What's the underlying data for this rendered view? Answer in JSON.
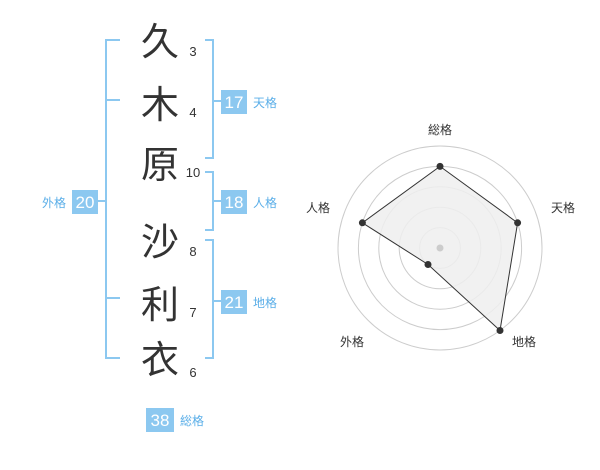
{
  "name": {
    "characters": [
      {
        "char": "久",
        "strokes": "3"
      },
      {
        "char": "木",
        "strokes": "4"
      },
      {
        "char": "原",
        "strokes": "10"
      },
      {
        "char": "沙",
        "strokes": "8"
      },
      {
        "char": "利",
        "strokes": "7"
      },
      {
        "char": "衣",
        "strokes": "6"
      }
    ]
  },
  "kakusu": {
    "tenkaku": {
      "value": "17",
      "label": "天格"
    },
    "jinkaku": {
      "value": "18",
      "label": "人格"
    },
    "chikaku": {
      "value": "21",
      "label": "地格"
    },
    "gaikaku": {
      "value": "20",
      "label": "外格"
    },
    "soukaku": {
      "value": "38",
      "label": "総格"
    }
  },
  "colors": {
    "bracket": "#8cc8f0",
    "badge": "#8cc8f0",
    "badge_label": "#5aaee8",
    "radar_fill": "#eeeeee",
    "radar_ring": "#cccccc",
    "radar_line": "#333333"
  },
  "chart_data": {
    "type": "radar",
    "axes": [
      "総格",
      "天格",
      "地格",
      "外格",
      "人格"
    ],
    "values": [
      4,
      4,
      5,
      1,
      4
    ],
    "scale_max": 5,
    "rings": 5
  }
}
